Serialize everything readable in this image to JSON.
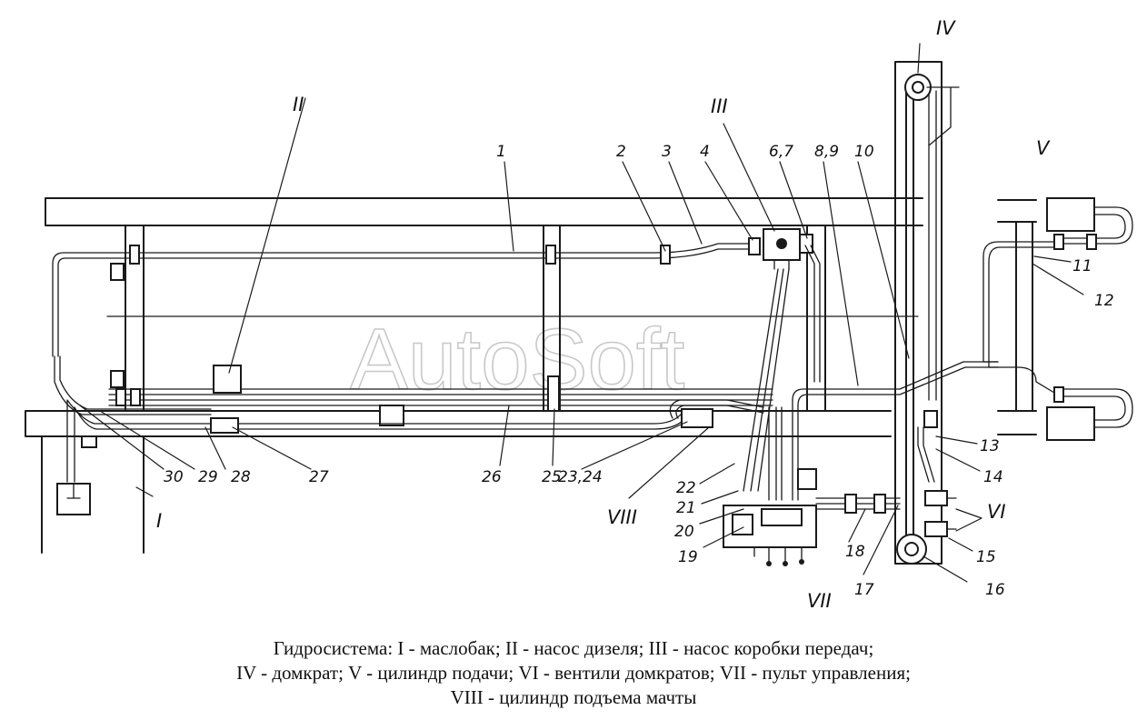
{
  "watermark": "AutoSoft",
  "roman_labels": {
    "I": "I",
    "II": "II",
    "III": "III",
    "IV": "IV",
    "V": "V",
    "VI": "VI",
    "VII": "VII",
    "VIII": "VIII"
  },
  "callouts": {
    "n1": "1",
    "n2": "2",
    "n3": "3",
    "n4": "4",
    "n6_7": "6,7",
    "n8_9": "8,9",
    "n10": "10",
    "n11": "11",
    "n12": "12",
    "n13": "13",
    "n14": "14",
    "n15": "15",
    "n16": "16",
    "n17": "17",
    "n18": "18",
    "n19": "19",
    "n20": "20",
    "n21": "21",
    "n22": "22",
    "n23_24": "23,24",
    "n25": "25",
    "n26": "26",
    "n27": "27",
    "n28": "28",
    "n29": "29",
    "n30": "30"
  },
  "caption": {
    "line1": "Гидросистема: I - маслобак; II - насос дизеля; III - насос коробки передач;",
    "line2": "IV - домкрат; V - цилиндр подачи; VI - вентили домкратов; VII - пульт управления;",
    "line3": "VIII - цилиндр подъема мачты"
  }
}
